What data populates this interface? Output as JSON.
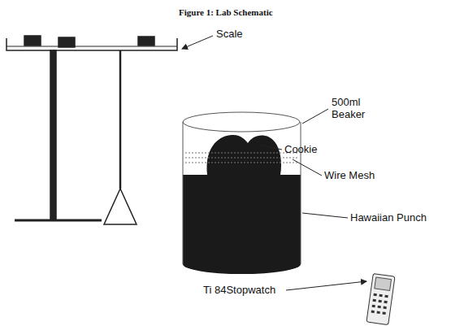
{
  "diagram": {
    "title": "Figure 1: Lab Schematic",
    "labels": [
      "Scale",
      "500ml Beaker",
      "Cookie",
      "Wire Mesh",
      "Hawaiian Punch",
      "Ti 84Stopwatch"
    ]
  }
}
